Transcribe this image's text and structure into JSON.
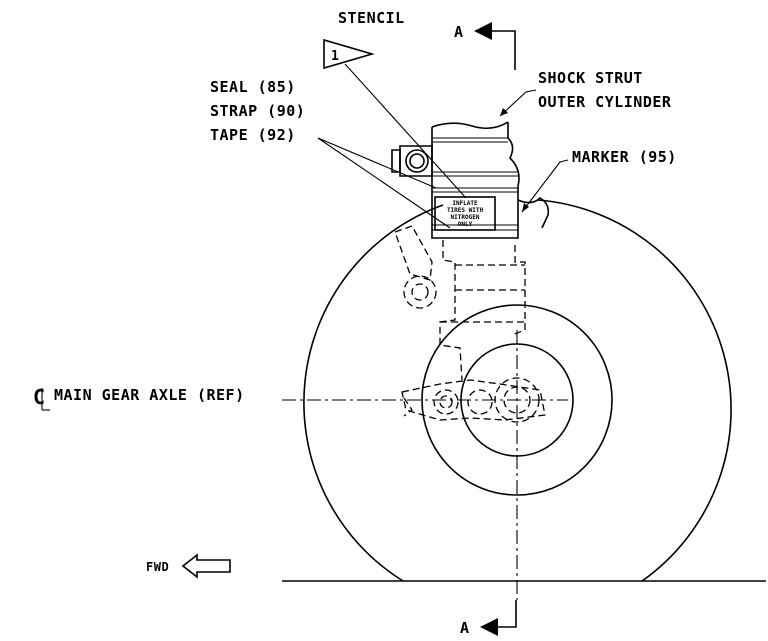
{
  "labels": {
    "stencil": "STENCIL",
    "stencil_flag": "1",
    "seal": "SEAL (85)",
    "strap": "STRAP (90)",
    "tape": "TAPE (92)",
    "shock_strut_line1": "SHOCK STRUT",
    "shock_strut_line2": "OUTER CYLINDER",
    "marker": "MARKER (95)",
    "axle": "MAIN GEAR AXLE (REF)",
    "fwd": "FWD",
    "section_top": "A",
    "section_bottom": "A"
  },
  "placard": {
    "line1": "INFLATE",
    "line2": "TIRES WITH",
    "line3": "NITROGEN",
    "line4": "ONLY"
  }
}
